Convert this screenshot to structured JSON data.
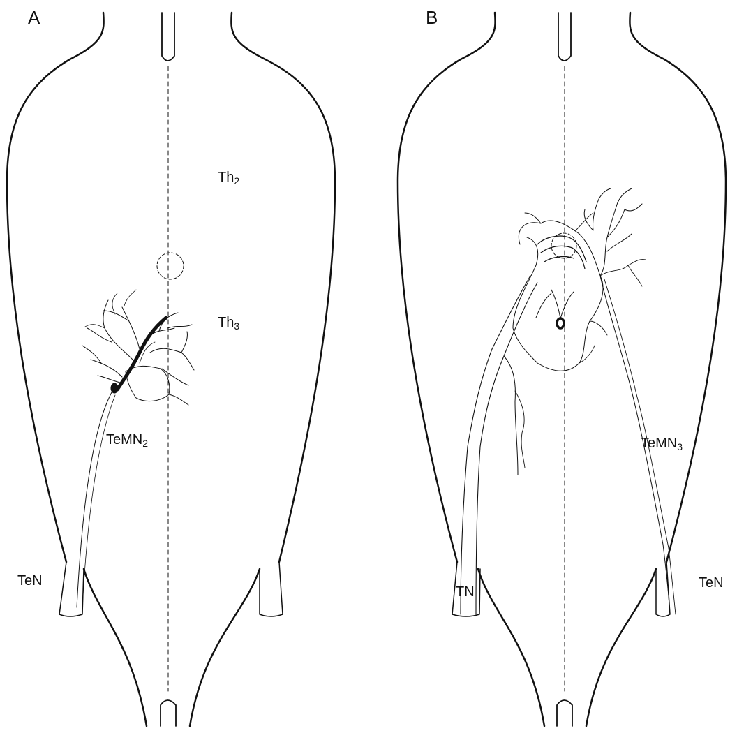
{
  "colors": {
    "ink": "#111111",
    "background": "#ffffff"
  },
  "panels": [
    {
      "letter": "A",
      "labels": {
        "th2_base": "Th",
        "th2_sub": "2",
        "th3_base": "Th",
        "th3_sub": "3",
        "neuron_base": "TeMN",
        "neuron_sub": "2",
        "nerve": "TeN"
      }
    },
    {
      "letter": "B",
      "labels": {
        "neuron_base": "TeMN",
        "neuron_sub": "3",
        "nerve_right": "TeN",
        "nerve_left": "TN"
      }
    }
  ]
}
